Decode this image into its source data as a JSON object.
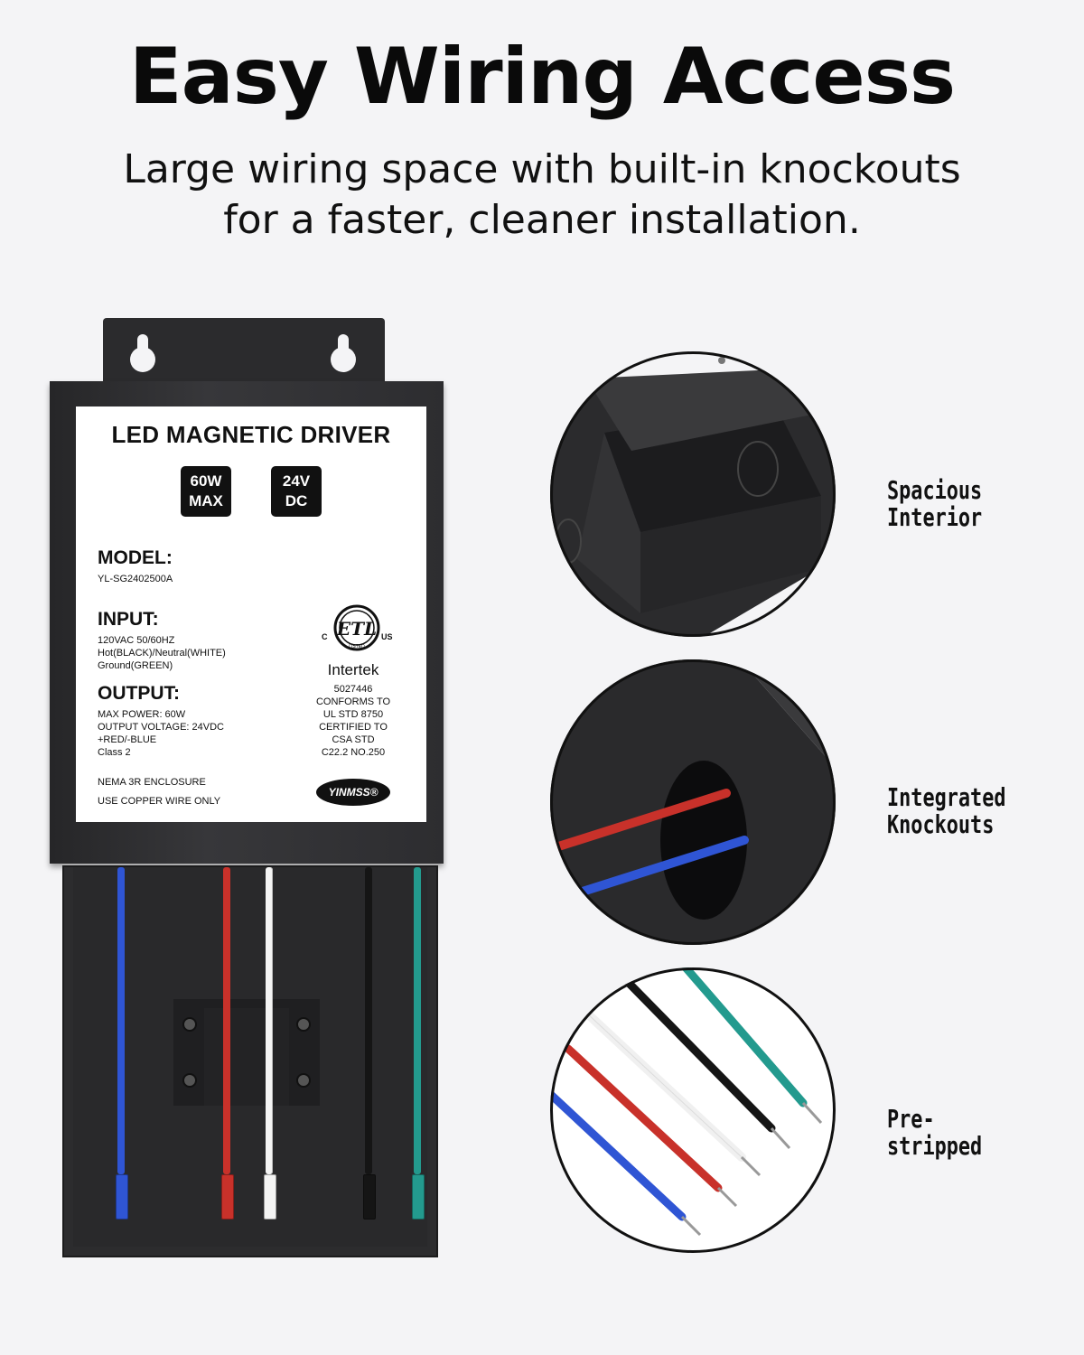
{
  "header": {
    "title": "Easy Wiring Access",
    "subtitle_line1": "Large wiring space with built-in knockouts",
    "subtitle_line2": "for a faster, cleaner installation."
  },
  "label": {
    "title": "LED MAGNETIC DRIVER",
    "badge_power": [
      "60W",
      "MAX"
    ],
    "badge_voltage": [
      "24V",
      "DC"
    ],
    "model_heading": "MODEL:",
    "model_value": "YL-SG2402500A",
    "input_heading": "INPUT:",
    "input_lines": [
      "120VAC 50/60HZ",
      "Hot(BLACK)/Neutral(WHITE)",
      "Ground(GREEN)"
    ],
    "output_heading": "OUTPUT:",
    "output_lines": [
      "MAX POWER: 60W",
      "OUTPUT VOLTAGE: 24VDC",
      "+RED/-BLUE",
      "Class 2"
    ],
    "enclosure": "NEMA 3R ENCLOSURE",
    "wire_note": "USE COPPER WIRE ONLY",
    "etl_mark": {
      "c": "C",
      "us": "US",
      "listed": "LISTED",
      "etl": "ETL"
    },
    "cert_brand": "Intertek",
    "cert_lines": [
      "5027446",
      "CONFORMS TO",
      "UL STD 8750",
      "CERTIFIED TO",
      "CSA STD",
      "C22.2 NO.250"
    ],
    "brand_logo": "YINMSS®"
  },
  "wires": [
    {
      "color": "#2f55d4"
    },
    {
      "color": "#c8312a"
    },
    {
      "color": "#f4f4f4"
    },
    {
      "color": "#151515"
    },
    {
      "color": "#239a8e"
    }
  ],
  "features": [
    {
      "lines": [
        "Spacious",
        "Interior"
      ]
    },
    {
      "lines": [
        "Integrated",
        "Knockouts"
      ]
    },
    {
      "lines": [
        "Pre-",
        "stripped"
      ]
    }
  ],
  "icons": [
    "keyhole-icon",
    "etl-listed-icon",
    "screw-icon"
  ]
}
